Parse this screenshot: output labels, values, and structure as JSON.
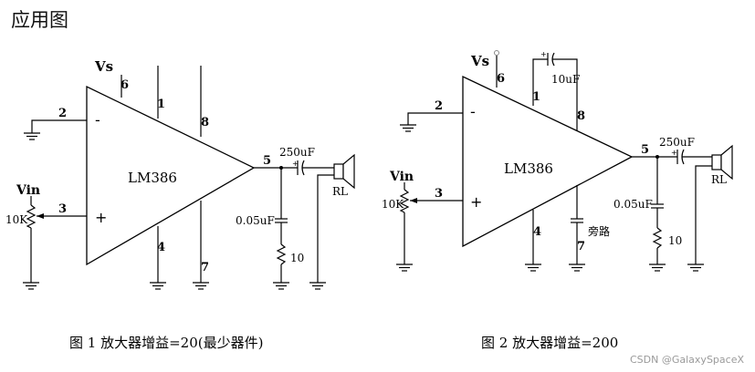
{
  "page_title": "应用图",
  "figure1": {
    "caption": "图 1   放大器增益=20(最少器件)",
    "chip": "LM386",
    "vs": "Vs",
    "vin": "Vin",
    "pot": "10K",
    "minus": "-",
    "plus": "+",
    "pins": {
      "p1": "1",
      "p2": "2",
      "p3": "3",
      "p4": "4",
      "p5": "5",
      "p6": "6",
      "p7": "7",
      "p8": "8"
    },
    "out_cap": "250uF",
    "shunt_cap": "0.05uF",
    "resistor": "10",
    "load": "RL"
  },
  "figure2": {
    "caption": "图 2   放大器增益=200",
    "chip": "LM386",
    "vs": "Vs",
    "vin": "Vin",
    "pot": "10K",
    "minus": "-",
    "plus": "+",
    "pins": {
      "p1": "1",
      "p2": "2",
      "p3": "3",
      "p4": "4",
      "p5": "5",
      "p6": "6",
      "p7": "7",
      "p8": "8"
    },
    "gain_cap": "10uF",
    "bypass": "旁路",
    "out_cap": "250uF",
    "shunt_cap": "0.05uF",
    "resistor": "10",
    "load": "RL"
  },
  "watermark": "CSDN @GalaxySpaceX"
}
